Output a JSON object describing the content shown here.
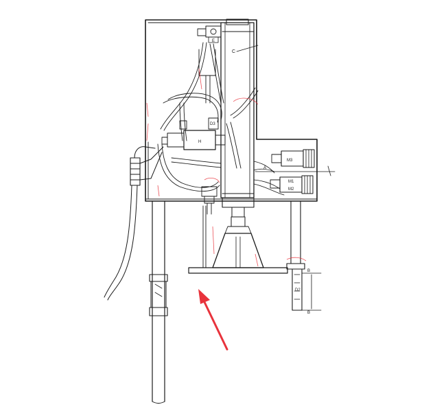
{
  "labels": {
    "c": "C",
    "b_top": "B",
    "b_bottom": "B",
    "m3": "M3",
    "m2": "M2",
    "m1": "M1",
    "d2": "D2",
    "h": "H",
    "e": "E",
    "d3": "D3",
    "a": "A"
  },
  "colors": {
    "line": "#1a1a1a",
    "accent": "#e8333c",
    "highlight": "#f05a5a"
  }
}
